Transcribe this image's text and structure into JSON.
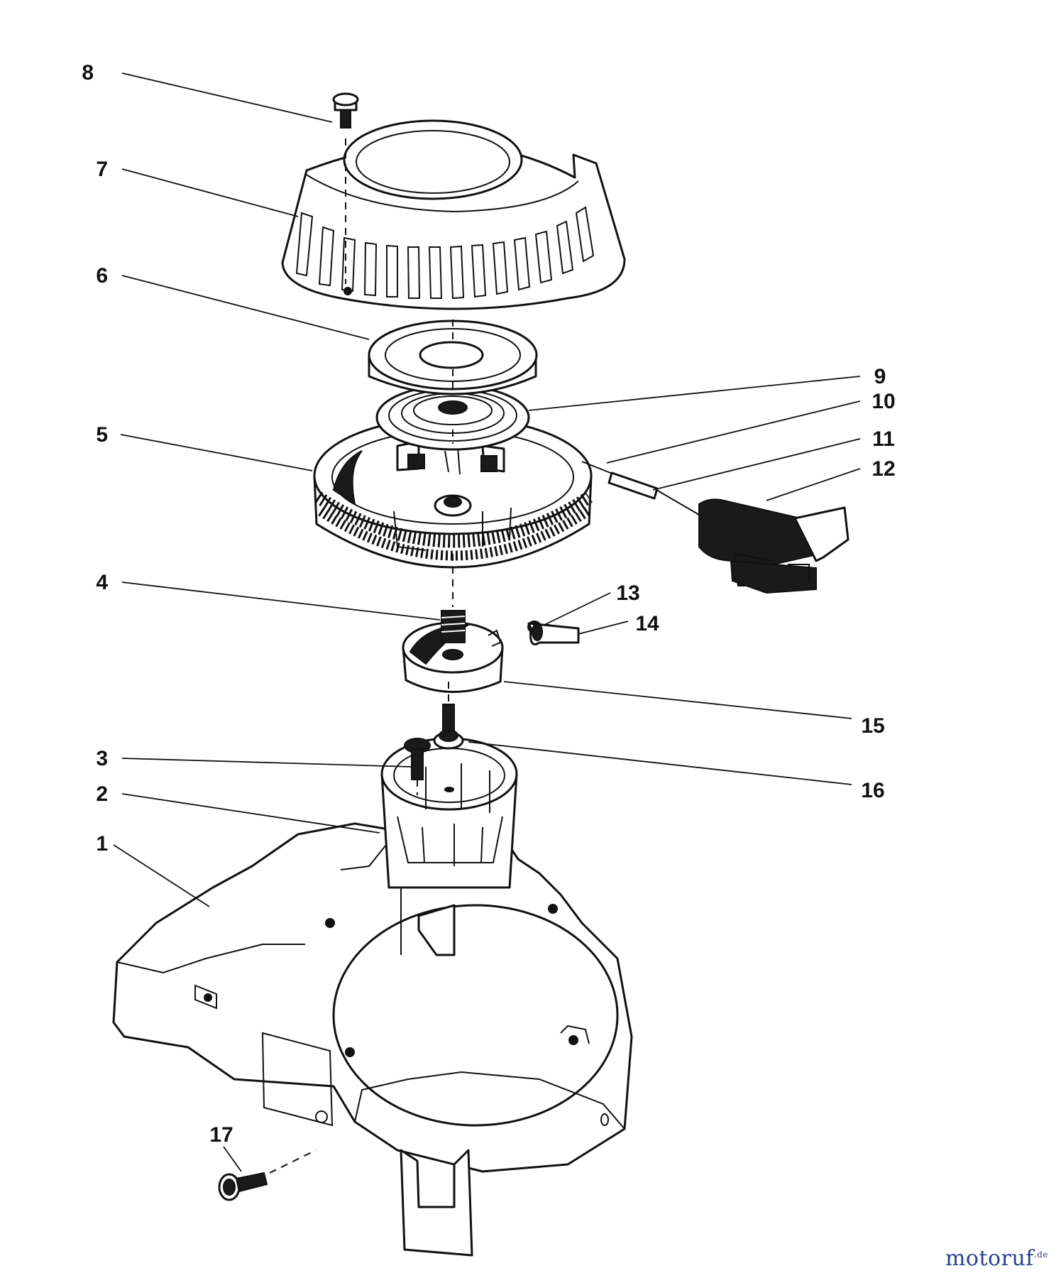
{
  "callouts": [
    {
      "id": "callout-1",
      "label": "1"
    },
    {
      "id": "callout-2",
      "label": "2"
    },
    {
      "id": "callout-3",
      "label": "3"
    },
    {
      "id": "callout-4",
      "label": "4"
    },
    {
      "id": "callout-5",
      "label": "5"
    },
    {
      "id": "callout-6",
      "label": "6"
    },
    {
      "id": "callout-7",
      "label": "7"
    },
    {
      "id": "callout-8",
      "label": "8"
    },
    {
      "id": "callout-9",
      "label": "9"
    },
    {
      "id": "callout-10",
      "label": "10"
    },
    {
      "id": "callout-11",
      "label": "11"
    },
    {
      "id": "callout-12",
      "label": "12"
    },
    {
      "id": "callout-13",
      "label": "13"
    },
    {
      "id": "callout-14",
      "label": "14"
    },
    {
      "id": "callout-15",
      "label": "15"
    },
    {
      "id": "callout-16",
      "label": "16"
    },
    {
      "id": "callout-17",
      "label": "17"
    }
  ],
  "watermark": {
    "text": "motoruf",
    "suffix": ".de"
  }
}
